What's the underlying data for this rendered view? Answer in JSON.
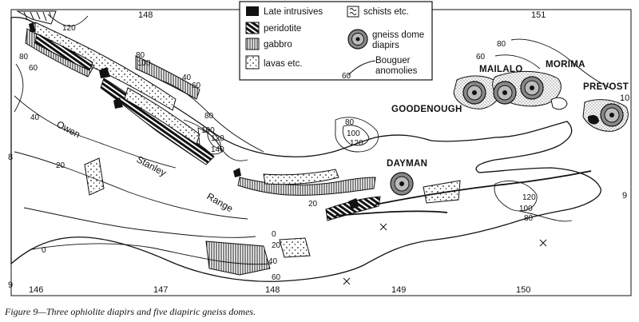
{
  "figure": {
    "caption": "Figure 9—Three ophiolite diapirs and five diapiric gneiss domes."
  },
  "legend": {
    "items": [
      {
        "label": "Late intrusives",
        "icon": "solid-black-box"
      },
      {
        "label": "schists etc.",
        "icon": "schist-squiggle"
      },
      {
        "label": "peridotite",
        "icon": "peridotite-stripes"
      },
      {
        "label": "gneiss dome",
        "icon": "concentric-circles"
      },
      {
        "label": "diapirs",
        "icon": ""
      },
      {
        "label": "gabbro",
        "icon": "vertical-hatch"
      },
      {
        "label": "lavas etc.",
        "icon": "dot-stipple"
      },
      {
        "label": "Bouguer",
        "icon": "contour-line"
      },
      {
        "label": "anomolies",
        "icon": ""
      },
      {
        "label": "60",
        "icon": ""
      }
    ]
  },
  "grid": {
    "top_ticks": [
      "148",
      "151"
    ],
    "bottom_ticks": [
      "146",
      "147",
      "148",
      "149",
      "150"
    ],
    "left_ticks": [
      "8",
      "9"
    ],
    "right_ticks": [
      "10",
      "9"
    ]
  },
  "places": {
    "goodenough": "GOODENOUGH",
    "mailalo": "MAILALO",
    "morima": "MORIMA",
    "prevost": "PREVOST",
    "dayman": "DAYMAN"
  },
  "range_labels": {
    "owen": "Owen",
    "stanley": "Stanley",
    "range": "Range"
  },
  "contours": {
    "c120_nw": "120",
    "c80_nw": "80",
    "c60_w": "60",
    "c40_w": "40",
    "c20_w": "20",
    "c60_mid": "60",
    "c40_mid": "40",
    "c80_c": "80",
    "c100_c": "100",
    "c120_c": "120",
    "c140_c": "140",
    "c80_e": "80",
    "c100_e": "100",
    "c120_e": "120",
    "c0_sw": "0",
    "c0_s": "0",
    "c20_s": "20",
    "c40_s": "40",
    "c60_s": "60",
    "c20_d": "20",
    "c100_f": "100",
    "c80_f": "80",
    "c120_f": "120",
    "c80_ne": "80",
    "c60_ne": "60",
    "c100_top": "100",
    "c80_top": "80"
  },
  "colors": {
    "ink": "#111111",
    "paper": "#ffffff",
    "gabbro_hatch": "#222222"
  }
}
